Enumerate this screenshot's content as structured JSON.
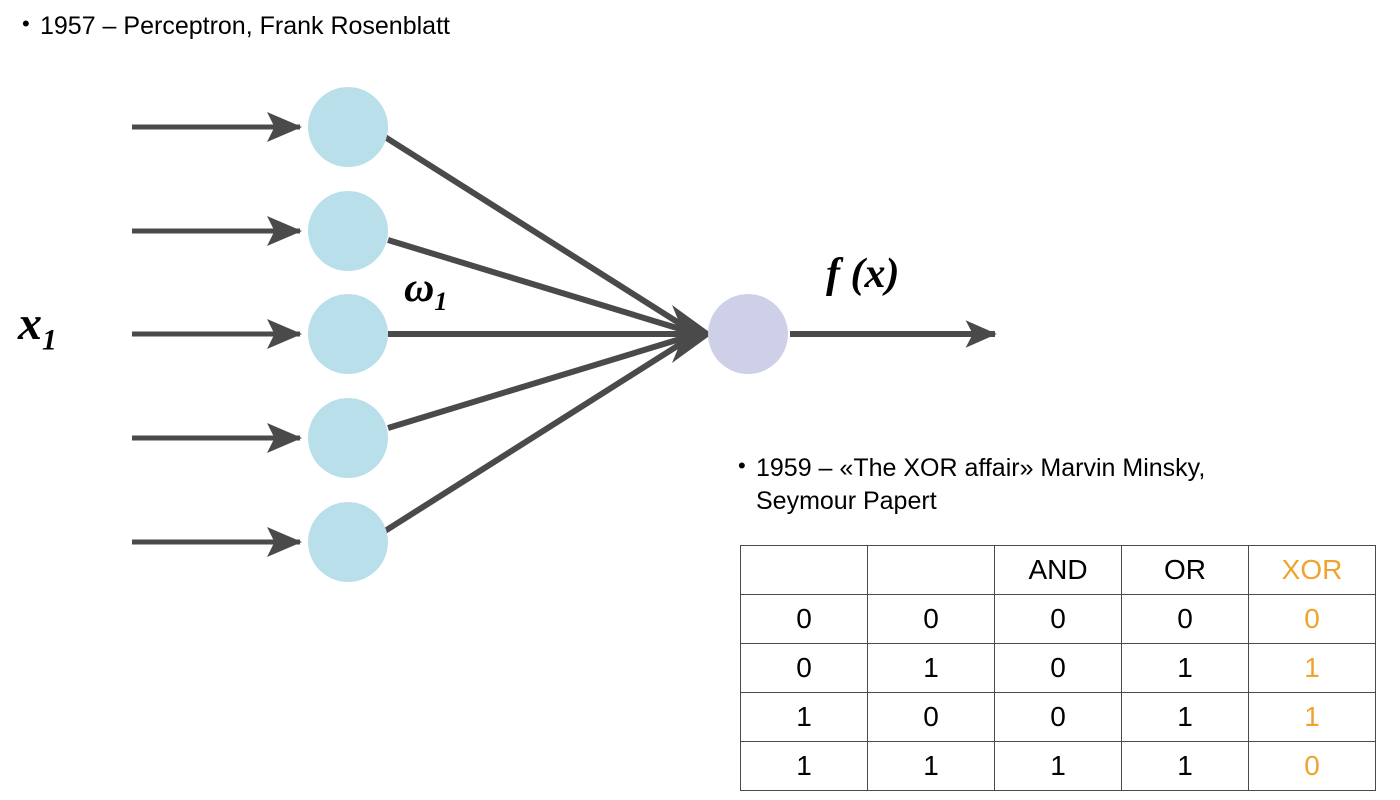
{
  "slide": {
    "background_color": "#ffffff",
    "bullets": [
      {
        "id": "perceptron",
        "marker": "•",
        "text": "1957 – Perceptron, Frank Rosenblatt"
      },
      {
        "id": "xor-affair",
        "marker": "•",
        "text": "1959 – «The XOR affair» Marvin Minsky,\nSeymour Papert"
      }
    ]
  },
  "diagram": {
    "name": "perceptron-diagram",
    "input_neuron_count": 5,
    "input_neuron_color": "#b9dfea",
    "output_neuron_color": "#ced0e8",
    "line_color": "#4a4a4a",
    "labels": {
      "input": {
        "base": "x",
        "sub": "1"
      },
      "weight": {
        "base": "ω",
        "sub": "1"
      },
      "output": "f (x)"
    }
  },
  "truth_table": {
    "name": "logic-truth-table",
    "headers": [
      "",
      "",
      "AND",
      "OR",
      "XOR"
    ],
    "highlight_column_index": 4,
    "highlight_color": "#f0a32e",
    "rows": [
      [
        "0",
        "0",
        "0",
        "0",
        "0"
      ],
      [
        "0",
        "1",
        "0",
        "1",
        "1"
      ],
      [
        "1",
        "0",
        "0",
        "1",
        "1"
      ],
      [
        "1",
        "1",
        "1",
        "1",
        "0"
      ]
    ]
  }
}
